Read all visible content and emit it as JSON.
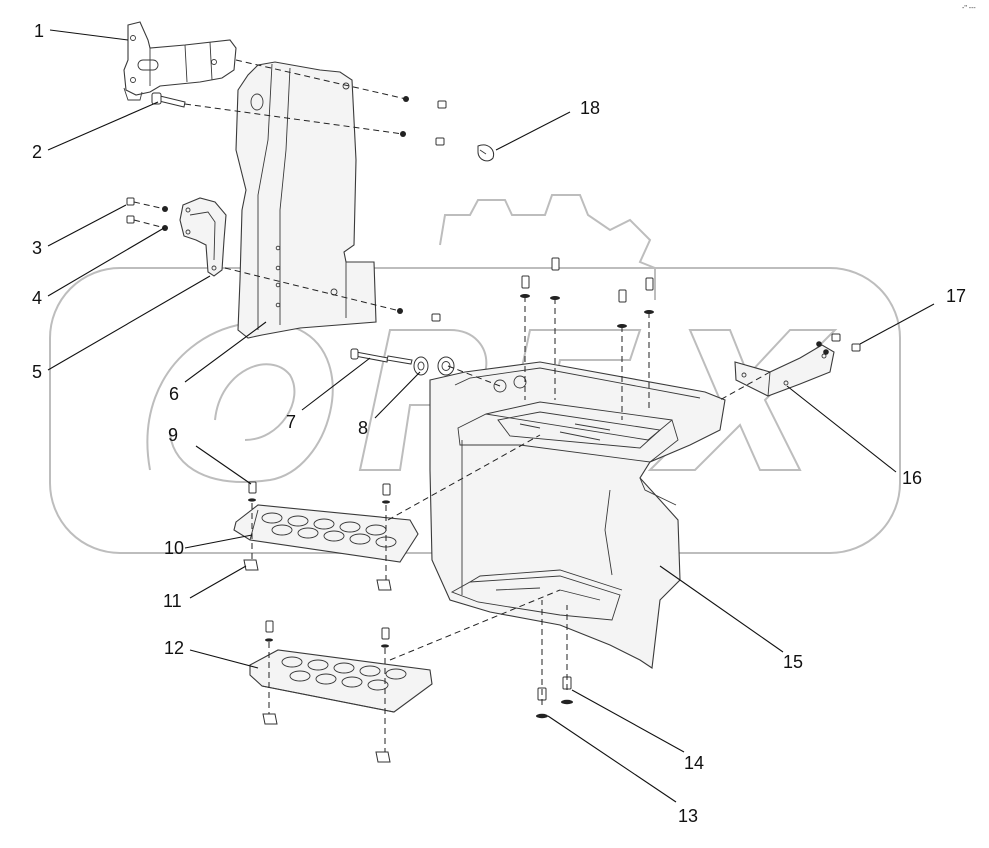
{
  "corner_mark": "-\" ---",
  "callouts": [
    "1",
    "2",
    "3",
    "4",
    "5",
    "6",
    "7",
    "8",
    "9",
    "10",
    "11",
    "12",
    "13",
    "14",
    "15",
    "16",
    "17",
    "18"
  ],
  "colors": {
    "line": "#3a3a3a",
    "watermark": "#bdbdbd",
    "label": "#111111"
  }
}
